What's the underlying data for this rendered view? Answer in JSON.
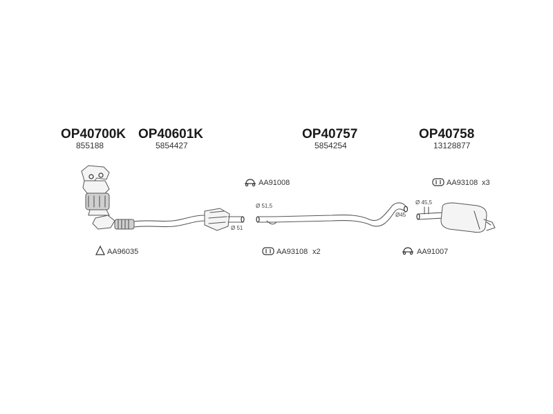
{
  "parts": [
    {
      "code": "OP40700K",
      "oem": "855188"
    },
    {
      "code": "OP40601K",
      "oem": "5854427"
    },
    {
      "code": "OP40757",
      "oem": "5854254"
    },
    {
      "code": "OP40758",
      "oem": "13128877"
    }
  ],
  "accessories": [
    {
      "ref": "AA91008",
      "qty": "",
      "icon": "clamp-icon"
    },
    {
      "ref": "AA93108",
      "qty": "x3",
      "icon": "gasket-ring-icon"
    },
    {
      "ref": "AA96035",
      "qty": "",
      "icon": "triangle-gasket-icon"
    },
    {
      "ref": "AA93108",
      "qty": "x2",
      "icon": "gasket-ring-icon"
    },
    {
      "ref": "AA91007",
      "qty": "",
      "icon": "clamp-icon"
    }
  ],
  "dimensions": {
    "d51_5": "Ø 51,5",
    "d51": "Ø 51",
    "d45": "Ø45",
    "d45_5": "Ø 45,5"
  }
}
